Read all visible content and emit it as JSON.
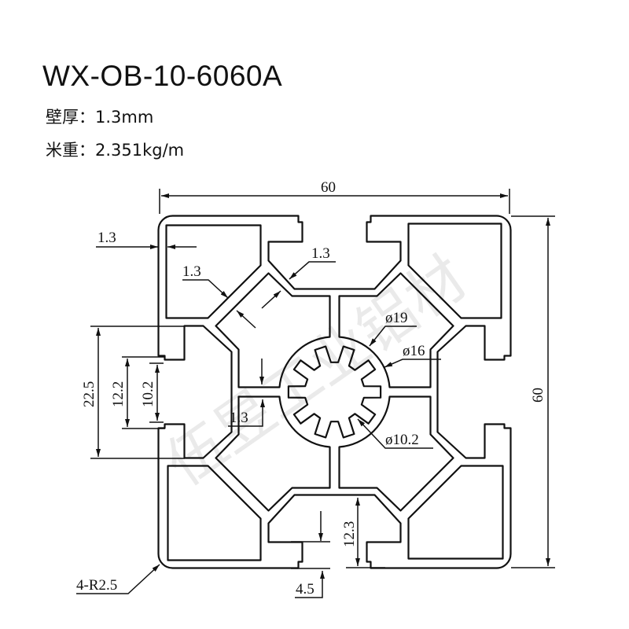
{
  "title": "WX-OB-10-6060A",
  "specs": {
    "wall_thickness_label": "壁厚：",
    "wall_thickness_value": "1.3mm",
    "weight_label": "米重：",
    "weight_value": "2.351kg/m"
  },
  "watermark": "伍昱工业铝材",
  "dimensions": {
    "width": "60",
    "height": "60",
    "outer_wall": "1.3",
    "diagonal_wall": "1.3",
    "upper_wall": "1.3",
    "spoke_wall": "1.3",
    "hub_outer": "ø19",
    "spline_outer": "ø16",
    "spline_inner": "ø10.2",
    "slot_span": "22.5",
    "slot_inner": "12.2",
    "slot_opening": "10.2",
    "corner_radius": "4-R2.5",
    "lip_depth": "4.5",
    "slot_depth": "12.3"
  }
}
